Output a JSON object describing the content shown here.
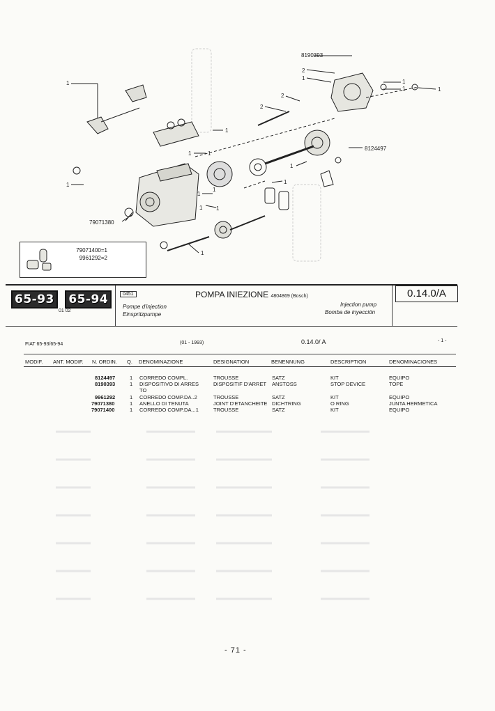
{
  "diagram": {
    "callouts": [
      "8190393",
      "2",
      "1",
      "1",
      "1",
      "1",
      "2",
      "2",
      "1",
      "1",
      "1",
      "1",
      "1",
      "8124497",
      "1",
      "1",
      "1",
      "1",
      "1",
      "1",
      "79071380",
      "1"
    ],
    "inset_lines": [
      "79071400=1",
      "9961292=2"
    ]
  },
  "header": {
    "models": [
      "65-93",
      "65-94"
    ],
    "models_sub": "01  02",
    "code": "0451",
    "title": "POMPA INIEZIONE",
    "title_ref": "4804869 (Bosch)",
    "title_fr": "Pompe d'injection",
    "title_de": "Einspritzpumpe",
    "title_en": "Injection pump",
    "title_es": "Bomba de inyección",
    "ref": "0.14.0/A"
  },
  "meta": {
    "model_line": "FIAT 65-93/65-94",
    "date": "(01 - 1993)",
    "ref": "0.14.0/  A",
    "page_marker": "- 1 -"
  },
  "table": {
    "headers": [
      "MODIF.",
      "ANT. MODIF.",
      "N. ORDIN.",
      "Q.",
      "DENOMINAZIONE",
      "DESIGNATION",
      "BENENNUNG",
      "DESCRIPTION",
      "DENOMINACIONES"
    ],
    "rows": [
      {
        "ordin": "8124497",
        "q": "1",
        "it": "CORREDO COMPL.",
        "fr": "TROUSSE",
        "de": "SATZ",
        "en": "KIT",
        "es": "EQUIPO"
      },
      {
        "ordin": "8190393",
        "q": "1",
        "it": "DISPOSITIVO DI ARRES",
        "fr": "DISPOSITIF D'ARRET",
        "de": "ANSTOSS",
        "en": "STOP DEVICE",
        "es": "TOPE"
      },
      {
        "ordin": "",
        "q": "",
        "it": "TO",
        "fr": "",
        "de": "",
        "en": "",
        "es": ""
      },
      {
        "ordin": "9961292",
        "q": "1",
        "it": "CORREDO COMP.DA..2",
        "fr": "TROUSSE",
        "de": "SATZ",
        "en": "KIT",
        "es": "EQUIPO"
      },
      {
        "ordin": "79071380",
        "q": "1",
        "it": "ANELLO DI TENUTA",
        "fr": "JOINT D'ETANCHEITE",
        "de": "DICHTRING",
        "en": "O RING",
        "es": "JUNTA HERMETICA"
      },
      {
        "ordin": "79071400",
        "q": "1",
        "it": "CORREDO COMP.DA...1",
        "fr": "TROUSSE",
        "de": "SATZ",
        "en": "KIT",
        "es": "EQUIPO"
      }
    ]
  },
  "footer": {
    "page": "- 71 -"
  }
}
